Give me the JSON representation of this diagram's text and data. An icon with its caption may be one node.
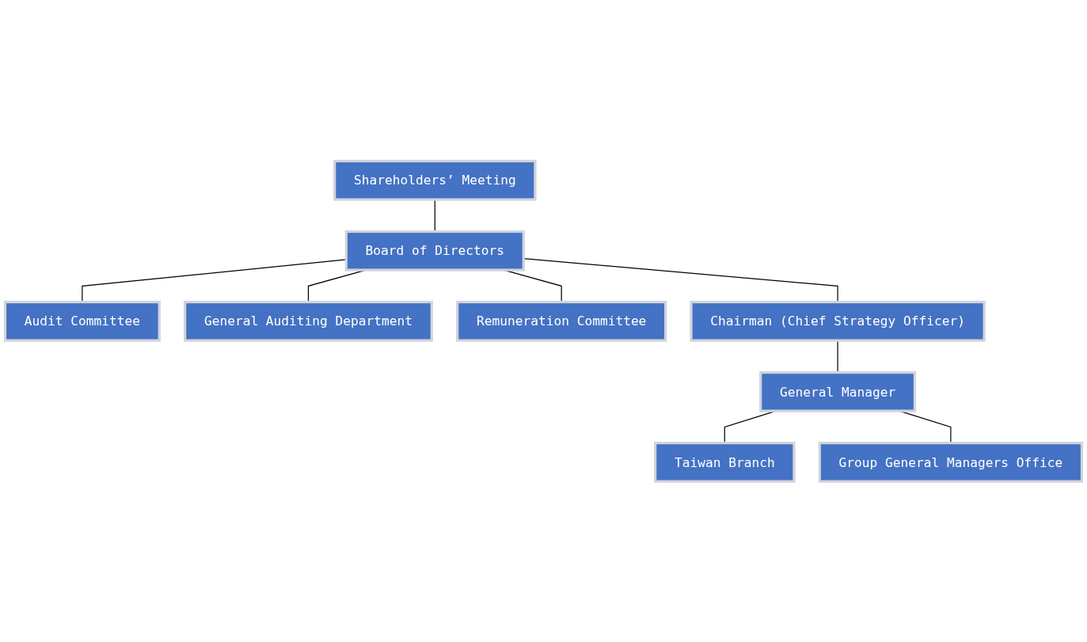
{
  "diagram": {
    "nodes": [
      {
        "text": [
          "Shareholders’ Meeting"
        ]
      },
      {
        "text": [
          "Board of Directors"
        ]
      },
      {
        "text": [
          "Audit Committee"
        ]
      },
      {
        "text": [
          "General Auditing Department"
        ]
      },
      {
        "text": [
          "Remuneration Committee"
        ]
      },
      {
        "text": [
          "Chairman (Chief Strategy Officer)"
        ]
      },
      {
        "text": [
          "General Manager"
        ]
      },
      {
        "text": [
          "Taiwan Branch"
        ]
      },
      {
        "text": [
          "Group General Managers Office"
        ]
      }
    ],
    "edges": [
      {
        "from": 0,
        "to": 1,
        "arrow": "none"
      },
      {
        "from": 1,
        "to": 3,
        "arrow": "none"
      },
      {
        "from": 1,
        "to": 2,
        "arrow": "none"
      },
      {
        "from": 1,
        "to": 4,
        "arrow": "none"
      },
      {
        "from": 1,
        "to": 5,
        "arrow": "none"
      },
      {
        "from": 5,
        "to": 6,
        "arrow": "none"
      },
      {
        "from": 6,
        "to": 7,
        "arrow": "none"
      },
      {
        "from": 6,
        "to": 8,
        "arrow": "none"
      }
    ]
  }
}
